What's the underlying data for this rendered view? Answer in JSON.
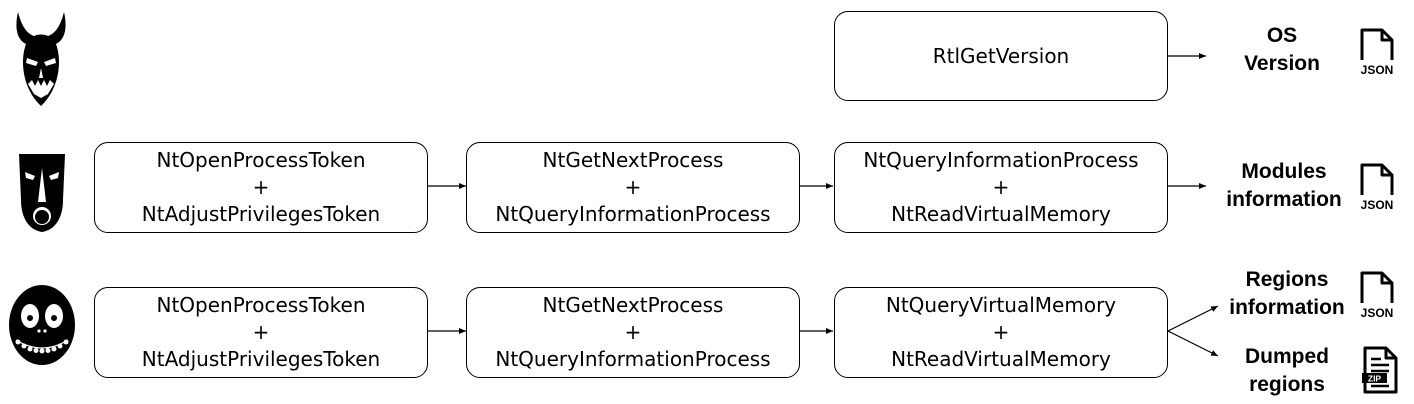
{
  "rows": [
    {
      "boxes": [
        {
          "lines": [
            "RtlGetVersion"
          ]
        }
      ],
      "outputs": [
        {
          "lines": [
            "OS",
            "Version"
          ],
          "file_type": "JSON"
        }
      ]
    },
    {
      "boxes": [
        {
          "lines": [
            "NtOpenProcessToken",
            "+",
            "NtAdjustPrivilegesToken"
          ]
        },
        {
          "lines": [
            "NtGetNextProcess",
            "+",
            "NtQueryInformationProcess"
          ]
        },
        {
          "lines": [
            "NtQueryInformationProcess",
            "+",
            "NtReadVirtualMemory"
          ]
        }
      ],
      "outputs": [
        {
          "lines": [
            "Modules",
            "information"
          ],
          "file_type": "JSON"
        }
      ]
    },
    {
      "boxes": [
        {
          "lines": [
            "NtOpenProcessToken",
            "+",
            "NtAdjustPrivilegesToken"
          ]
        },
        {
          "lines": [
            "NtGetNextProcess",
            "+",
            "NtQueryInformationProcess"
          ]
        },
        {
          "lines": [
            "NtQueryVirtualMemory",
            "+",
            "NtReadVirtualMemory"
          ]
        }
      ],
      "outputs": [
        {
          "lines": [
            "Regions",
            "information"
          ],
          "file_type": "JSON"
        },
        {
          "lines": [
            "Dumped",
            "regions"
          ],
          "file_type": "ZIP"
        }
      ]
    }
  ],
  "icons": {
    "row1_mask": "horned-mask-icon",
    "row2_mask": "long-mask-icon",
    "row3_mask": "skull-face-icon",
    "json_file": "json-file-icon",
    "zip_file": "zip-file-icon"
  }
}
